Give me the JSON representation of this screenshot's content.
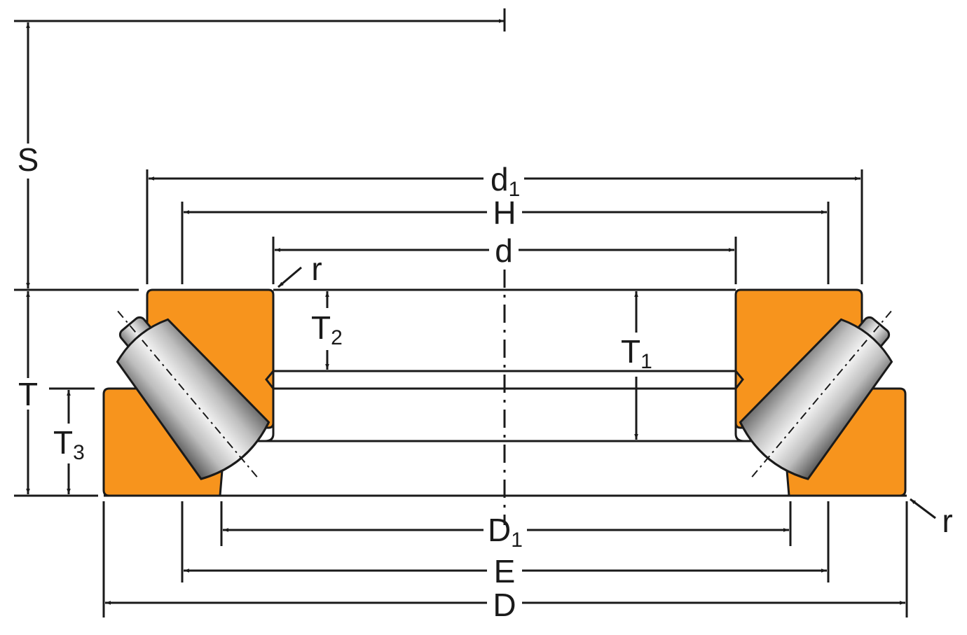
{
  "labels": {
    "S": "S",
    "d1_main": "d",
    "d1_sub": "1",
    "H": "H",
    "d": "d",
    "r_top": "r",
    "r_bottom": "r",
    "T": "T",
    "T1_main": "T",
    "T1_sub": "1",
    "T2_main": "T",
    "T2_sub": "2",
    "T3_main": "T",
    "T3_sub": "3",
    "D1_main": "D",
    "D1_sub": "1",
    "E": "E",
    "D": "D"
  },
  "colors": {
    "washer": "#F7941D",
    "roller_light": "#f2f2f2",
    "roller_dark": "#6b6b6b",
    "line": "#1a1a1a"
  }
}
